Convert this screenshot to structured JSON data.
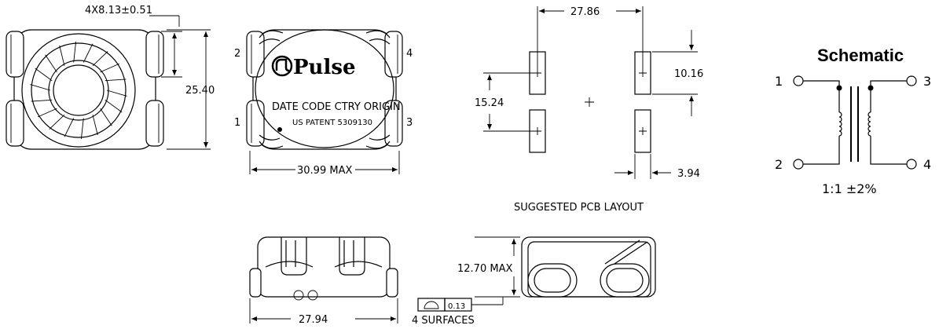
{
  "dimensions": {
    "pin_width": "4X8.13±0.51",
    "height": "25.40",
    "body_width": "30.99 MAX",
    "pad_pitch_x": "27.86",
    "pad_pitch_y": "15.24",
    "pad_length": "10.16",
    "pad_width": "3.94",
    "side_width": "27.94",
    "max_height": "12.70 MAX",
    "flatness": "0.13",
    "flatness_note": "4 SURFACES"
  },
  "top_view": {
    "logo": "Pulse",
    "line1": "DATE CODE CTRY ORIGIN",
    "line2": "US PATENT 5309130",
    "pins": [
      "1",
      "2",
      "3",
      "4"
    ]
  },
  "pcb_layout": {
    "caption": "SUGGESTED PCB LAYOUT"
  },
  "schematic": {
    "title": "Schematic",
    "pins": [
      "1",
      "2",
      "3",
      "4"
    ],
    "ratio": "1:1 ±2%"
  }
}
